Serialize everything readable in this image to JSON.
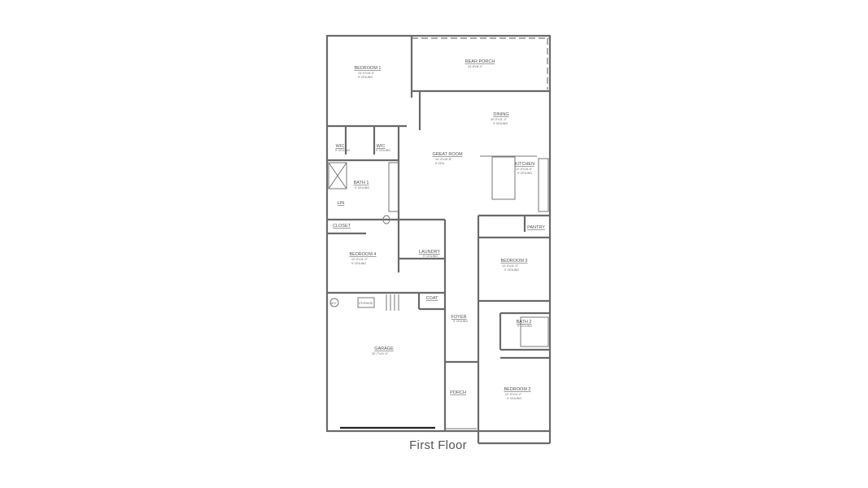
{
  "title": "First Floor",
  "rooms": [
    {
      "id": "bedroom-1",
      "name": "BEDROOM 1",
      "dims": "13'-0\"x15'-0\"",
      "ceiling": "9' CEILING"
    },
    {
      "id": "rear-porch",
      "name": "REAR PORCH",
      "dims": "24'-8\"x8'-4\""
    },
    {
      "id": "dining",
      "name": "DINING",
      "dims": "20'-0\"x11'-4\"",
      "ceiling": "9' CEILING"
    },
    {
      "id": "great-room",
      "name": "GREAT ROOM",
      "dims": "14'-4\"x16'-8\"",
      "ceiling": "9' CEIL"
    },
    {
      "id": "kitchen",
      "name": "KITCHEN",
      "dims": "12'-0\"x15'-0\"",
      "ceiling": "9' CEILING"
    },
    {
      "id": "wic-1",
      "name": "WIC",
      "ceiling": "9' CEILING"
    },
    {
      "id": "wic-2",
      "name": "WIC",
      "ceiling": "9' CEILING"
    },
    {
      "id": "bath-1",
      "name": "BATH 1",
      "ceiling": "9' CEILING"
    },
    {
      "id": "lin",
      "name": "LIN"
    },
    {
      "id": "closet",
      "name": "CLOSET"
    },
    {
      "id": "pantry",
      "name": "PANTRY"
    },
    {
      "id": "bedroom-4",
      "name": "BEDROOM 4",
      "dims": "12'-0\"x11'-0\"",
      "ceiling": "9' CEILING"
    },
    {
      "id": "laundry",
      "name": "LAUNDRY",
      "ceiling": "9' CEILING"
    },
    {
      "id": "bedroom-3",
      "name": "BEDROOM 3",
      "dims": "12'-0\"x11'-0\"",
      "ceiling": "9' CEILING"
    },
    {
      "id": "coat",
      "name": "COAT"
    },
    {
      "id": "foyer",
      "name": "FOYER",
      "ceiling": "9' CEILING"
    },
    {
      "id": "bath-2",
      "name": "BATH 2",
      "ceiling": "9' CEILING"
    },
    {
      "id": "garage",
      "name": "GARAGE",
      "dims": "20'-7\"x21'-0\""
    },
    {
      "id": "porch",
      "name": "PORCH"
    },
    {
      "id": "bedroom-2",
      "name": "BEDROOM 2",
      "dims": "12'-5\"x14'-2\"",
      "ceiling": "9' CEILING"
    }
  ],
  "fixtures": {
    "water_heater": "W.H.",
    "storage": "STORAGE"
  }
}
